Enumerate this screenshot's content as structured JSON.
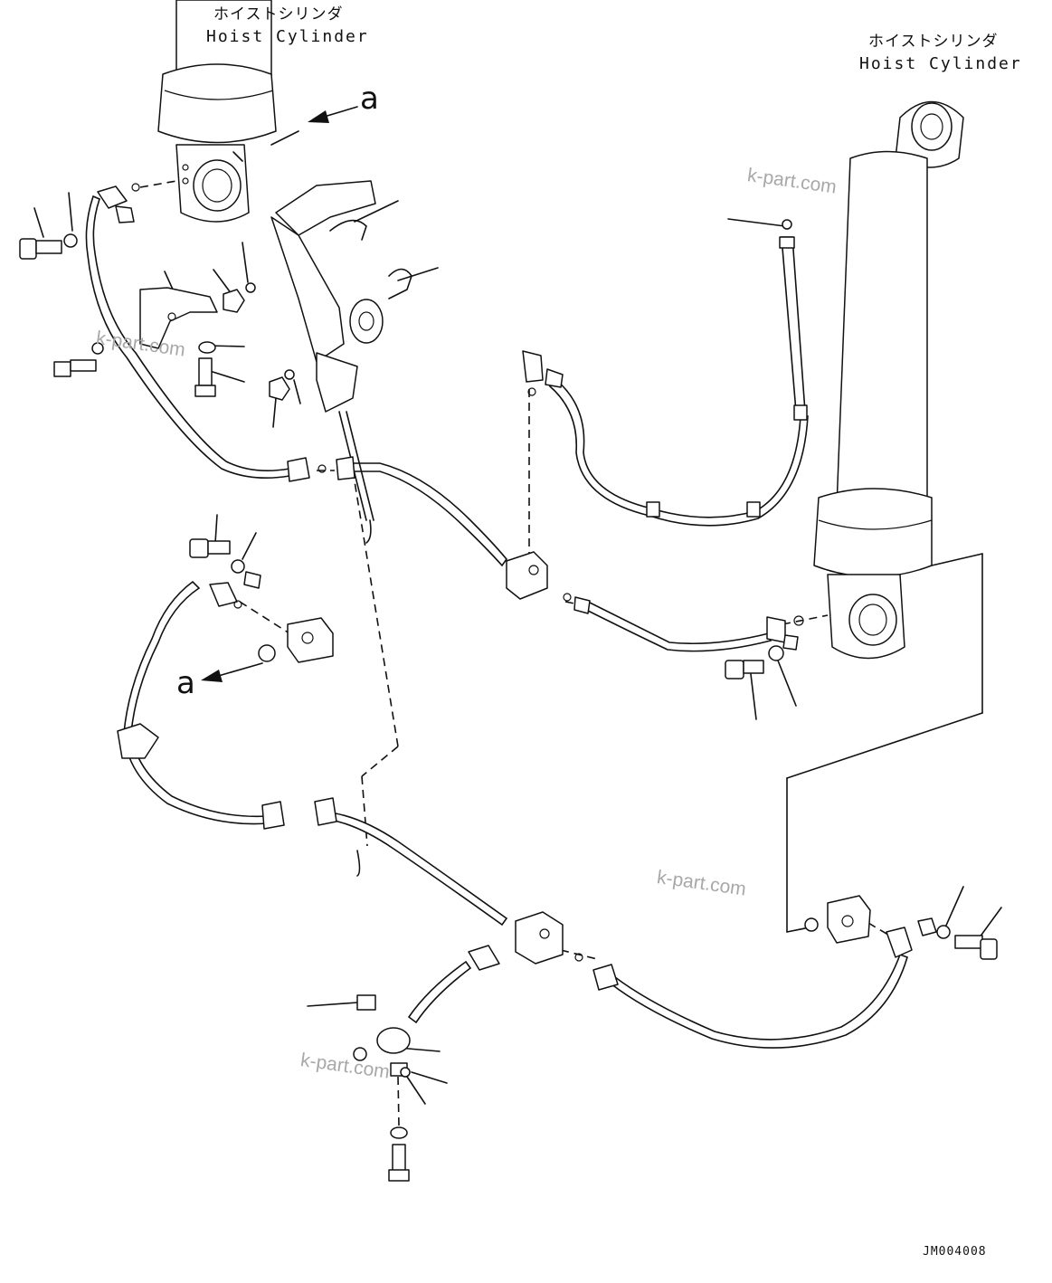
{
  "labels": {
    "left_cylinder_jp": "ホイストシリンダ",
    "left_cylinder_en": "Hoist Cylinder",
    "right_cylinder_jp": "ホイストシリンダ",
    "right_cylinder_en": "Hoist Cylinder",
    "view_marker_top": "a",
    "view_marker_mid": "a"
  },
  "watermarks": [
    "k-part.com",
    "k-part.com",
    "k-part.com",
    "k-part.com"
  ],
  "drawing_code": "JM004008",
  "colors": {
    "line": "#111111",
    "watermark": "#a8a8a8",
    "background": "#ffffff"
  }
}
